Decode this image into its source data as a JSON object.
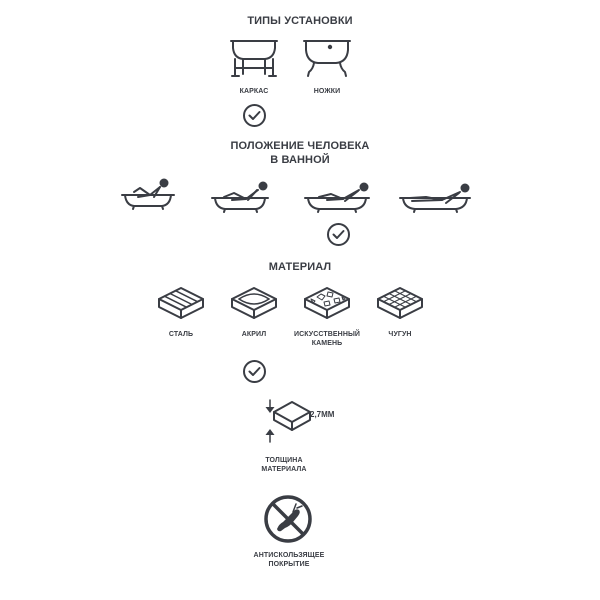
{
  "installation": {
    "title": "ТИПЫ УСТАНОВКИ",
    "items": [
      {
        "label": "КАРКАС",
        "icon": "frame-bathtub-icon"
      },
      {
        "label": "НОЖКИ",
        "icon": "legs-bathtub-icon"
      }
    ],
    "selected_index": 0
  },
  "position": {
    "title_line1": "ПОЛОЖЕНИЕ ЧЕЛОВЕКА",
    "title_line2": "В ВАННОЙ",
    "items": [
      {
        "icon": "person-sitting-bathtub-icon"
      },
      {
        "icon": "person-reclining-bathtub-icon"
      },
      {
        "icon": "person-half-lying-bathtub-icon"
      },
      {
        "icon": "person-lying-bathtub-icon"
      }
    ],
    "selected_index": 2
  },
  "material": {
    "title": "МАТЕРИАЛ",
    "items": [
      {
        "label": "СТАЛЬ",
        "icon": "steel-layers-icon"
      },
      {
        "label": "АКРИЛ",
        "icon": "acrylic-sheet-icon"
      },
      {
        "label_line1": "ИСКУССТВЕННЫЙ",
        "label_line2": "КАМЕНЬ",
        "icon": "artificial-stone-icon"
      },
      {
        "label": "ЧУГУН",
        "icon": "cast-iron-grid-icon"
      }
    ],
    "selected_index": 1
  },
  "thickness": {
    "value": "2,7ММ",
    "label_line1": "ТОЛЩИНА",
    "label_line2": "МАТЕРИАЛА",
    "icon": "material-thickness-icon"
  },
  "antislip": {
    "label_line1": "АНТИСКОЛЬЗЯЩЕЕ",
    "label_line2": "ПОКРЫТИЕ",
    "icon": "anti-slip-icon"
  },
  "colors": {
    "icon": "#3a3d44",
    "background": "#ffffff"
  }
}
